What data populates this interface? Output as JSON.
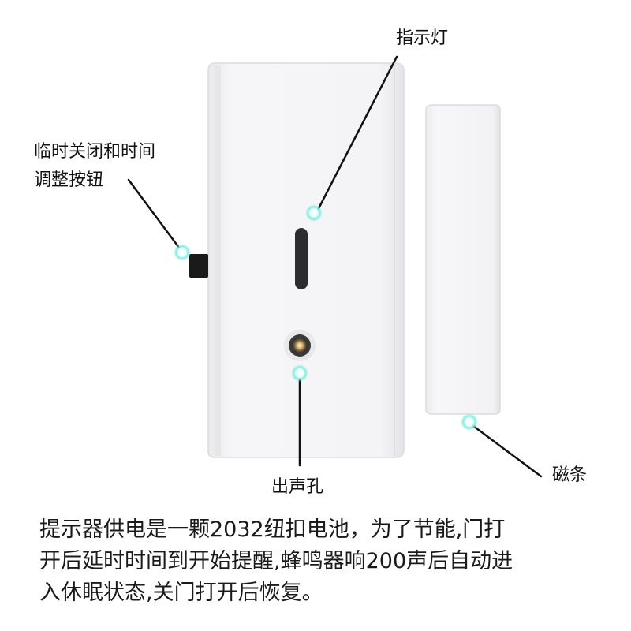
{
  "labels": {
    "indicator_light": "指示灯",
    "button_line1": "临时关闭和时间",
    "button_line2": "调整按钮",
    "sound_hole": "出声孔",
    "magnet_strip": "磁条"
  },
  "description": {
    "line1": "提示器供电是一颗2032纽扣电池，为了节能,门打",
    "line2": "开后延时时间到开始提醒,蜂鸣器响200声后自动进",
    "line3": "入休眠状态,关门打开后恢复。"
  },
  "colors": {
    "device_body": "#f4f4f6",
    "callout_dot": "#7be9e0",
    "leader_line": "#111111"
  }
}
